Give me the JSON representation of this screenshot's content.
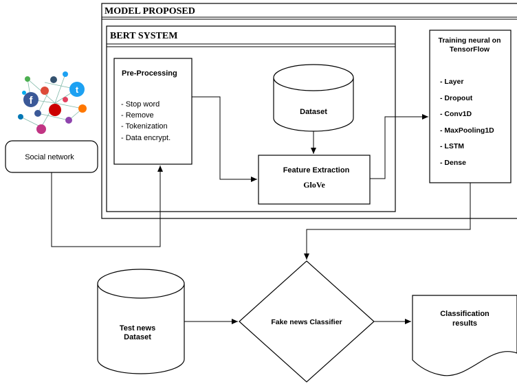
{
  "model": {
    "title": "MODEL PROPOSED"
  },
  "bert": {
    "title": "BERT SYSTEM"
  },
  "preprocessing": {
    "title": "Pre-Processing",
    "items": [
      "- Stop word",
      "- Remove",
      "- Tokenization",
      "- Data encrypt."
    ]
  },
  "dataset": {
    "label": "Dataset"
  },
  "feature": {
    "title": "Feature Extraction",
    "method": "GloVe"
  },
  "training": {
    "title_line1": "Training neural on",
    "title_line2": "TensorFlow",
    "items": [
      "- Layer",
      "- Dropout",
      "- Conv1D",
      "- MaxPooling1D",
      "- LSTM",
      "- Dense"
    ]
  },
  "social": {
    "label": "Social network"
  },
  "test": {
    "line1": "Test news",
    "line2": "Dataset"
  },
  "classifier": {
    "label": "Fake news Classifier"
  },
  "results": {
    "line1": "Classification",
    "line2": "results"
  },
  "colors": {
    "stroke": "#000000",
    "background": "#ffffff",
    "icon_twitter": "#1da1f2",
    "icon_facebook": "#3b5998",
    "icon_google": "#dd4b39",
    "icon_instagram": "#c13584",
    "icon_youtube": "#cc0000",
    "icon_soundcloud": "#ff7700",
    "icon_network": "#7fb8a8"
  },
  "icons": [
    "social-network-cluster-icon"
  ]
}
